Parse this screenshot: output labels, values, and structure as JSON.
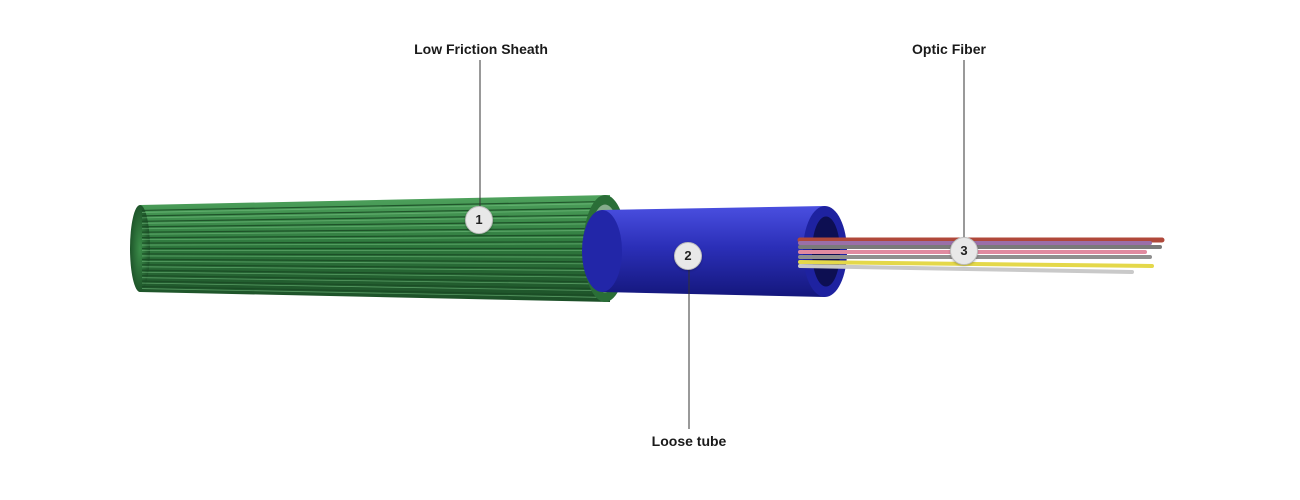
{
  "labels": {
    "sheath": {
      "number": "1",
      "text": "Low Friction Sheath"
    },
    "tube": {
      "number": "2",
      "text": "Loose tube"
    },
    "fiber": {
      "number": "3",
      "text": "Optic Fiber"
    }
  },
  "colors": {
    "sheath": "#2f7a3e",
    "sheath_dark": "#1f5a2c",
    "tube": "#2b2fb8",
    "tube_dark": "#15188a",
    "leader_line": "#333333",
    "fibers": [
      "#c9c9c9",
      "#e4d84a",
      "#e08aa0",
      "#9a6fa8",
      "#7a7a7a",
      "#b0483a",
      "#8f8f8f"
    ]
  }
}
